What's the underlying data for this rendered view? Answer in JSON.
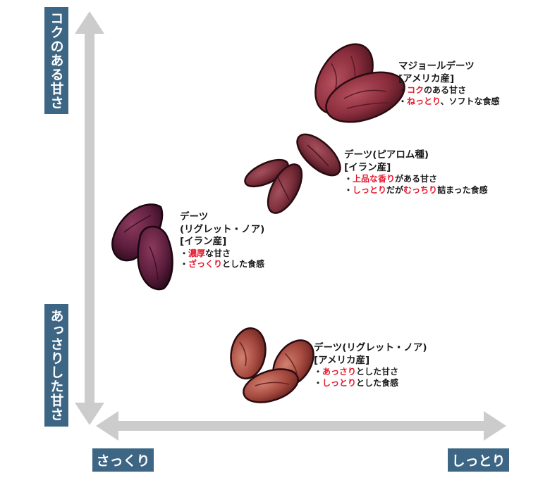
{
  "axes": {
    "y_top": "コクのある甘さ",
    "y_bottom": "あっさりした甘さ",
    "x_left": "さっくり",
    "x_right": "しっとり"
  },
  "items": [
    {
      "name_lines": [
        "マジョールデーツ",
        "[アメリカ産]"
      ],
      "features": [
        {
          "hl": "コク",
          "rest": "のある甘さ"
        },
        {
          "hl": "ねっとり",
          "rest": "、ソフトな食感"
        }
      ]
    },
    {
      "name_lines": [
        "デーツ(ピアロム種)",
        "[イラン産]"
      ],
      "features": [
        {
          "hl": "上品な香り",
          "rest": "がある甘さ"
        },
        {
          "hl": "しっとり",
          "mid": "だが",
          "hl2": "むっちり",
          "rest": "詰まった食感"
        }
      ]
    },
    {
      "name_lines": [
        "デーツ",
        "(リグレット・ノア)",
        "[イラン産]"
      ],
      "features": [
        {
          "hl": "濃厚",
          "rest": "な甘さ"
        },
        {
          "hl": "ざっくり",
          "rest": "とした食感"
        }
      ]
    },
    {
      "name_lines": [
        "デーツ(リグレット・ノア)",
        "[アメリカ産]"
      ],
      "features": [
        {
          "hl": "あっさり",
          "rest": "とした甘さ"
        },
        {
          "hl": "しっとり",
          "rest": "とした食感"
        }
      ]
    }
  ],
  "colors": {
    "label_bg": "#3d6584",
    "highlight": "#e6192f",
    "arrow": "#cccccc"
  }
}
